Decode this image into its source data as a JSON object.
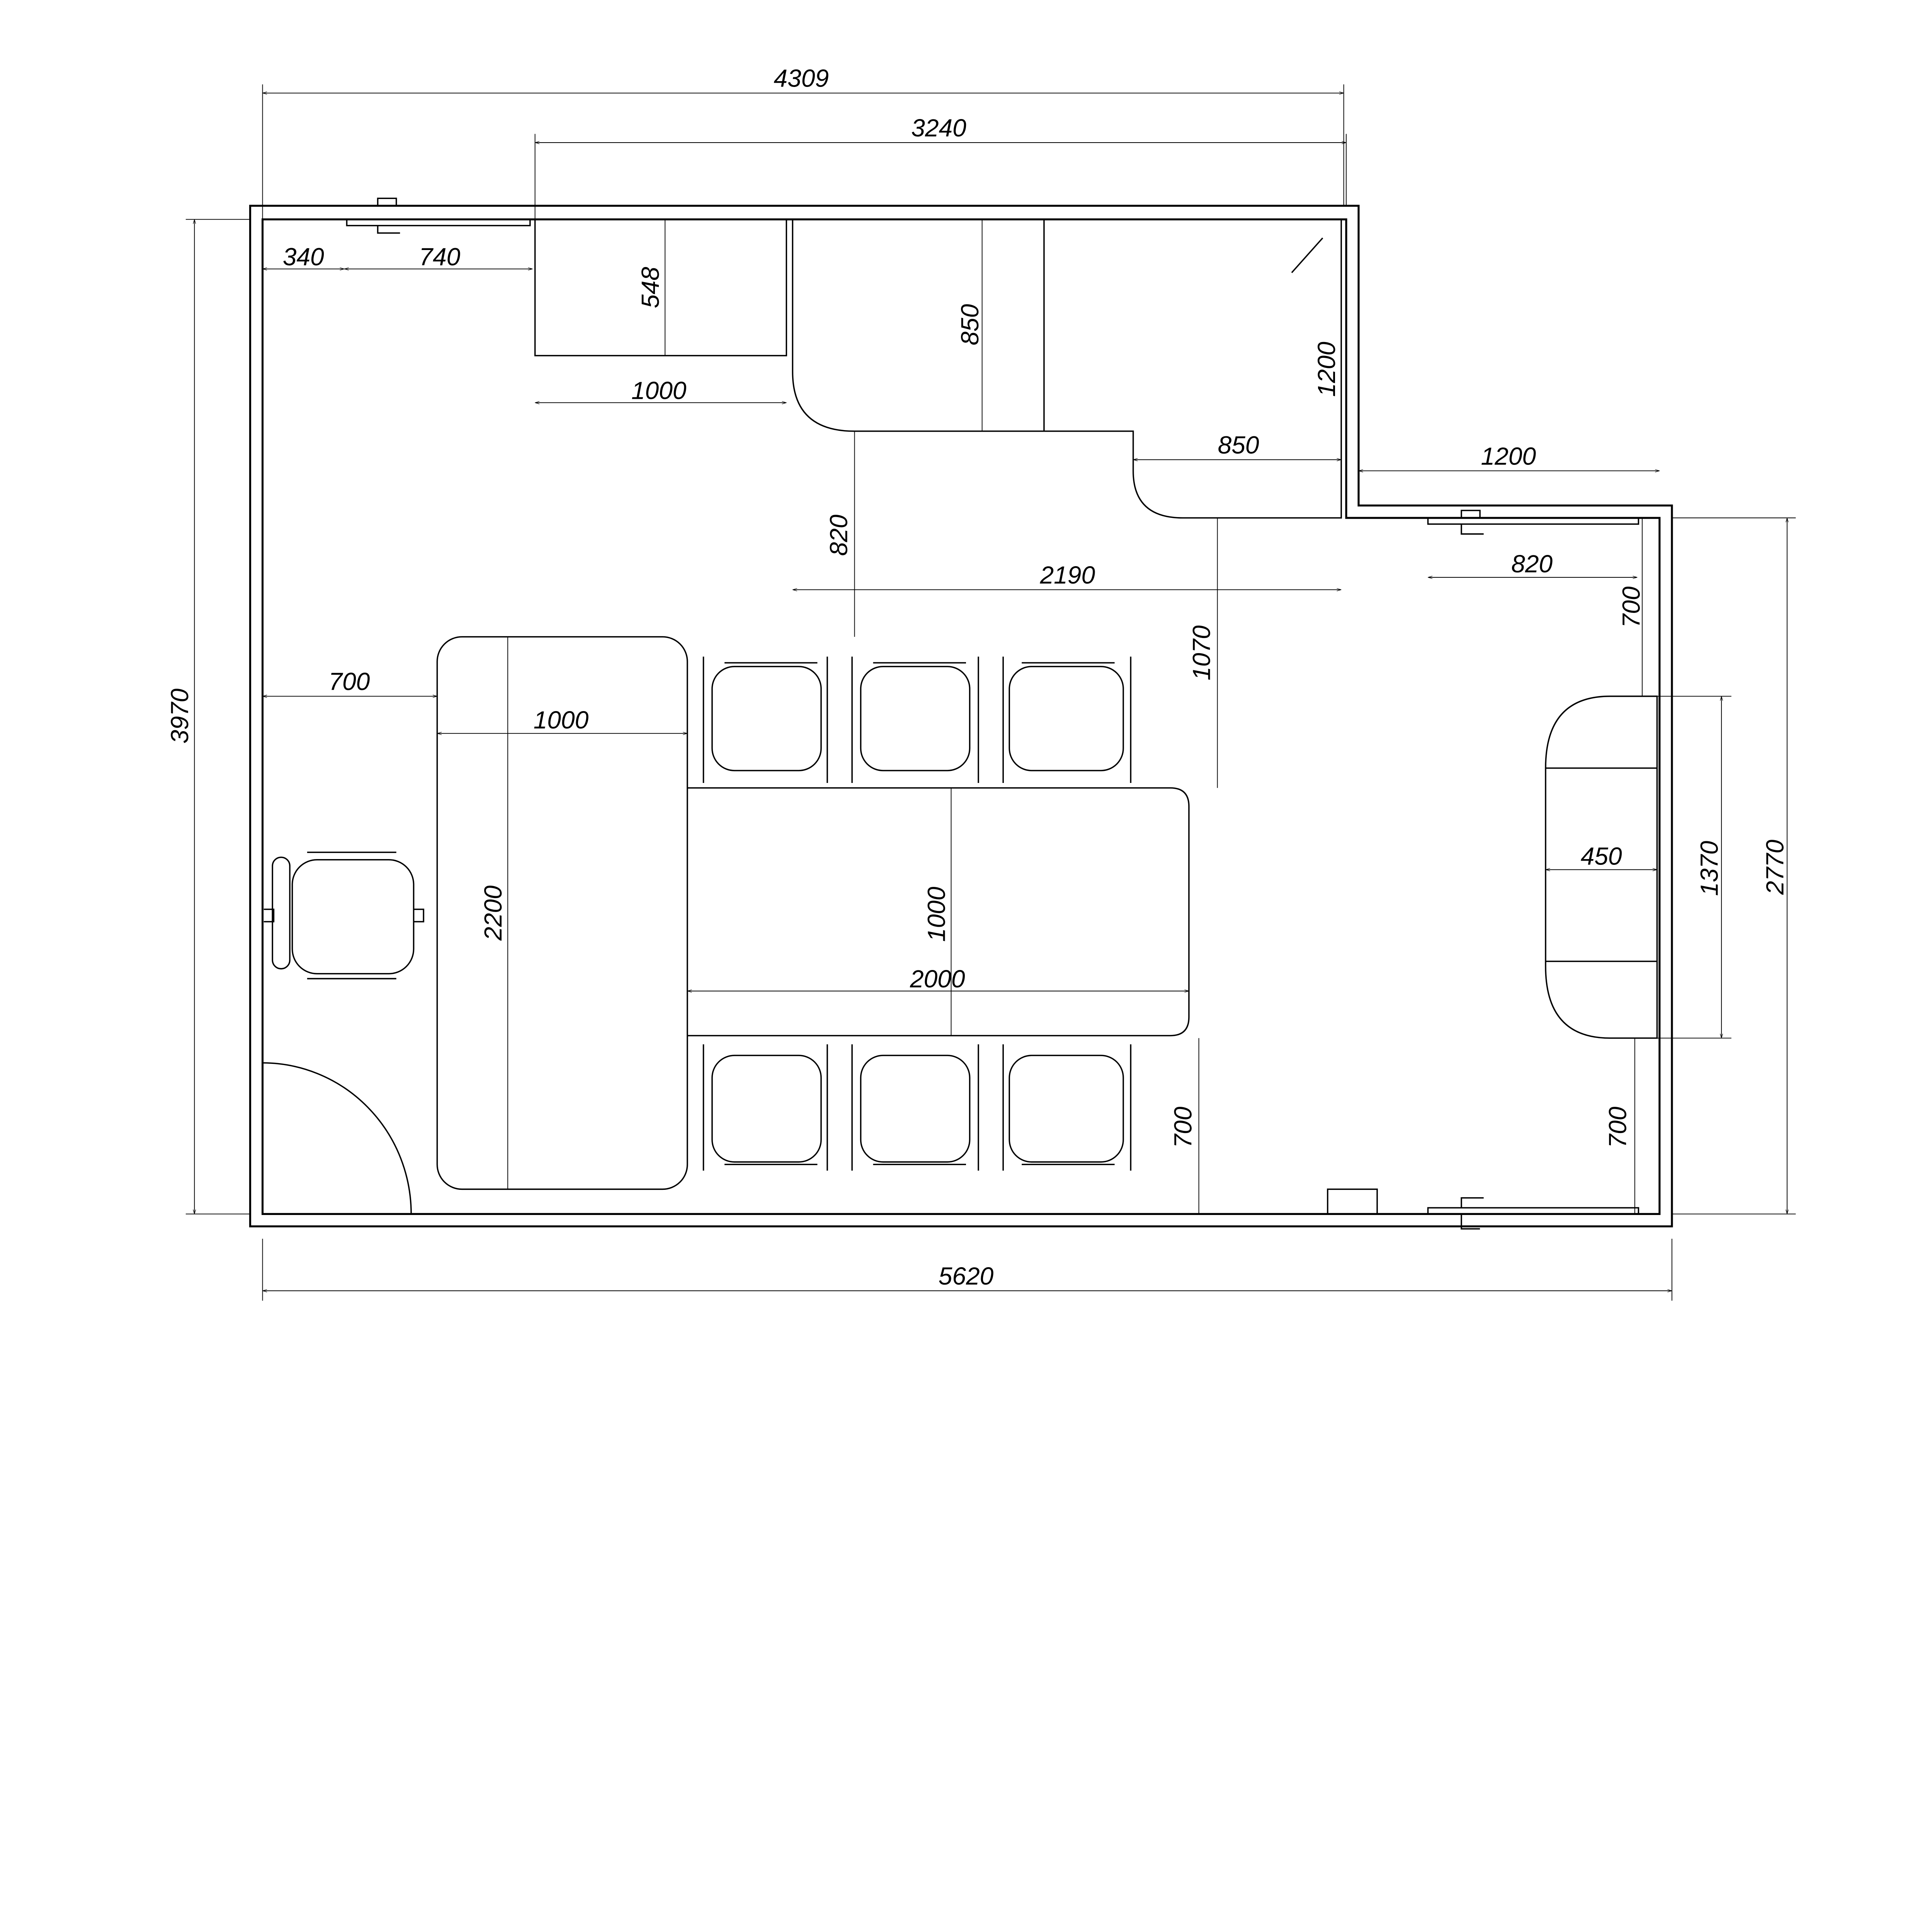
{
  "dimensions": {
    "top_overall": "4309",
    "top_furniture_run": "3240",
    "door_offset_left": "340",
    "door_width_top": "740",
    "cabinet_depth": "548",
    "cabinet_width": "1000",
    "desk_depth": "850",
    "desk_side_length": "1200",
    "desk_return_width": "850",
    "right_step_width": "1200",
    "desk_clearance": "820",
    "desk_total_width": "2190",
    "desk_to_table_gap": "1070",
    "door_width_right": "820",
    "right_door_clearance": "700",
    "left_clearance": "700",
    "table_a_width": "1000",
    "table_a_length": "2200",
    "table_b_width": "1000",
    "table_b_length": "2000",
    "side_cabinet_depth": "450",
    "side_cabinet_length": "1370",
    "right_room_depth": "2770",
    "room_depth": "3970",
    "bottom_clearance_mid": "700",
    "bottom_clearance_right": "700",
    "room_width": "5620"
  }
}
